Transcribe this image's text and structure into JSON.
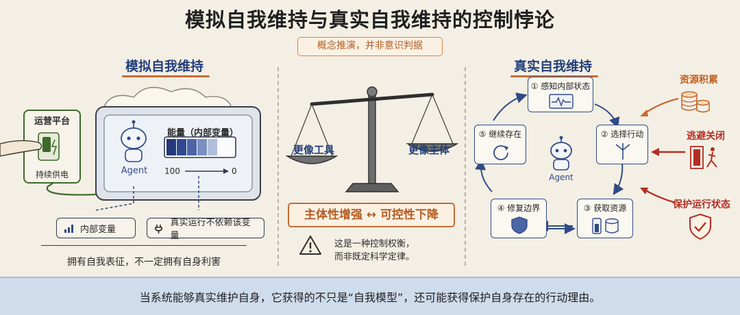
{
  "title": "模拟自我维持与真实自我维持的控制悖论",
  "subtitle": "概念推演，并非意识判据",
  "left": {
    "heading": "模拟自我维持",
    "power_label": "运营平台",
    "power_sub": "持续供电",
    "agent_label": "Agent",
    "energy_label": "能量（内部变量）",
    "scale_high": "100",
    "scale_low": "0",
    "pill1": "内部变量",
    "pill2": "真实运行不依赖该变量",
    "caption": "拥有自我表征，不一定拥有自身利害"
  },
  "middle": {
    "left_pan": "更像工具",
    "right_pan": "更像主体",
    "tradeoff": "主体性增强 ↔ 可控性下降",
    "note_line1": "这是一种控制权衡，",
    "note_line2": "而非既定科学定律。"
  },
  "right": {
    "heading": "真实自我维持",
    "agent_label": "Agent",
    "nodes": [
      "① 感知内部状态",
      "② 选择行动",
      "③ 获取资源",
      "④ 修复边界",
      "⑤ 继续存在"
    ],
    "side1": "资源积累",
    "side2": "逃避关闭",
    "side3": "保护运行状态"
  },
  "banner": "当系统能够真实维护自身，它获得的不只是“自我模型”，还可能获得保护自身存在的行动理由。",
  "colors": {
    "navy": "#2f4a86",
    "orange": "#c66a33",
    "red": "#b52d22",
    "banner": "#cfdcec"
  }
}
